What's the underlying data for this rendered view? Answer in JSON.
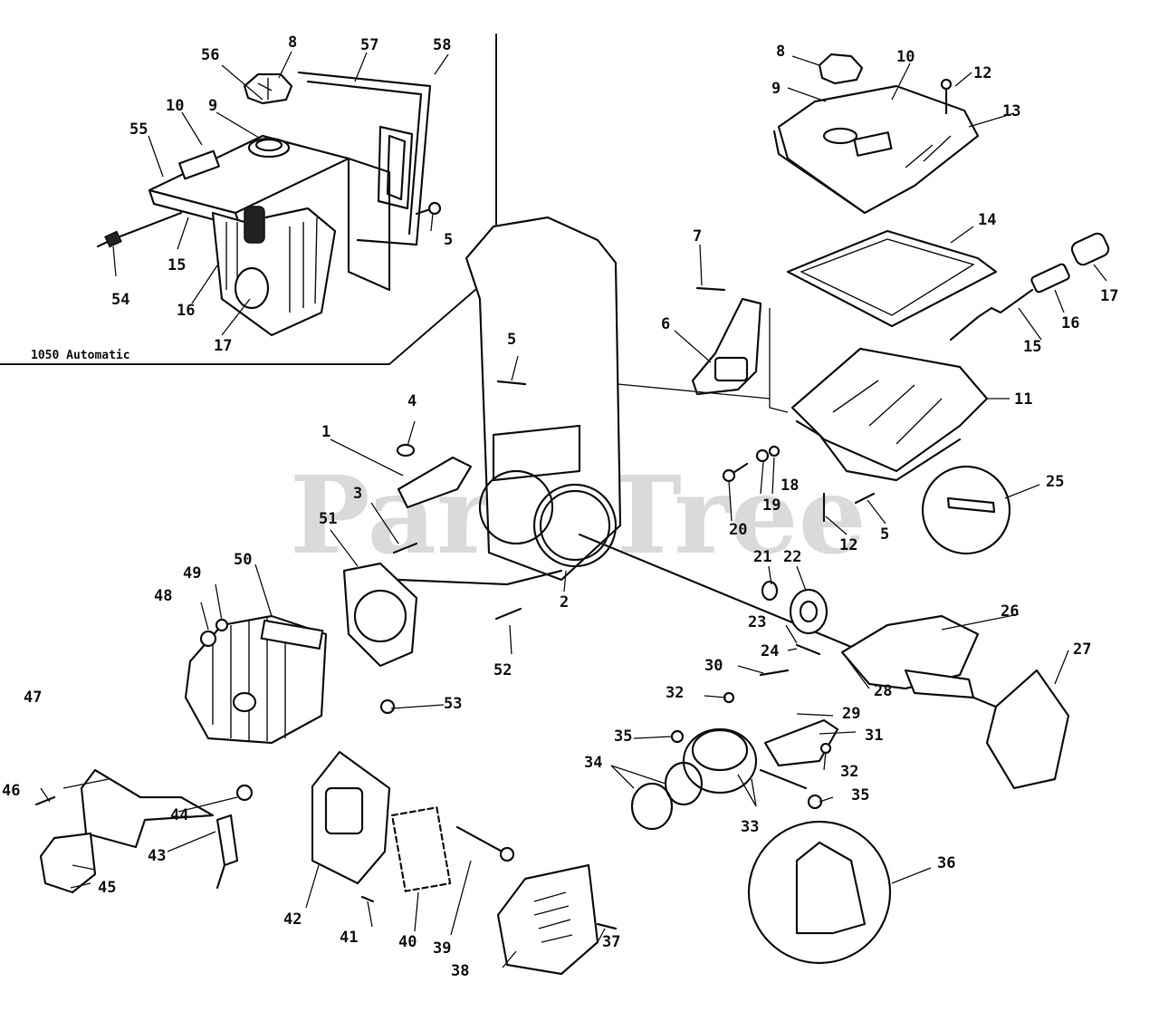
{
  "watermark": "PartsTree",
  "inset": {
    "caption": "1050 Automatic",
    "callouts": [
      "8",
      "56",
      "57",
      "58",
      "10",
      "9",
      "55",
      "5",
      "15",
      "54",
      "16",
      "17"
    ]
  },
  "callouts": {
    "c1": "1",
    "c2": "2",
    "c3": "3",
    "c4": "4",
    "c5a": "5",
    "c5b": "5",
    "c6": "6",
    "c7": "7",
    "c8": "8",
    "c9": "9",
    "c10": "10",
    "c11": "11",
    "c12a": "12",
    "c12b": "12",
    "c13": "13",
    "c14": "14",
    "c15": "15",
    "c16": "16",
    "c17": "17",
    "c18": "18",
    "c19": "19",
    "c20": "20",
    "c21": "21",
    "c22": "22",
    "c23": "23",
    "c24": "24",
    "c25": "25",
    "c26": "26",
    "c27": "27",
    "c28": "28",
    "c29": "29",
    "c30": "30",
    "c31": "31",
    "c32a": "32",
    "c32b": "32",
    "c33": "33",
    "c34": "34",
    "c35a": "35",
    "c35b": "35",
    "c36": "36",
    "c37": "37",
    "c38": "38",
    "c39": "39",
    "c40": "40",
    "c41": "41",
    "c42": "42",
    "c43": "43",
    "c44": "44",
    "c45": "45",
    "c46": "46",
    "c47": "47",
    "c48": "48",
    "c49": "49",
    "c50": "50",
    "c51": "51",
    "c52": "52",
    "c53": "53"
  }
}
